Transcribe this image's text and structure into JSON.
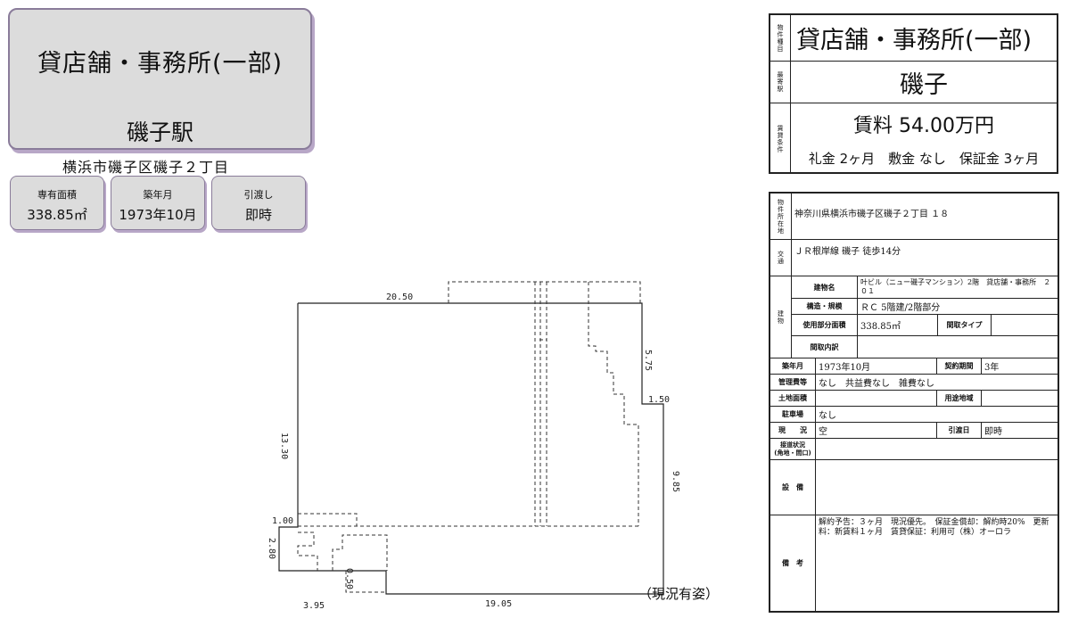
{
  "header": {
    "title": "貸店舗・事務所(一部)",
    "station": "磯子駅",
    "address": "横浜市磯子区磯子２丁目"
  },
  "stats": [
    {
      "label": "専有面積",
      "value": "338.85㎡"
    },
    {
      "label": "築年月",
      "value": "1973年10月"
    },
    {
      "label": "引渡し",
      "value": "即時"
    }
  ],
  "plan": {
    "dims": {
      "top": "20.50",
      "left": "13.30",
      "right_upper": "5.75",
      "right_step": "1.50",
      "right_lower": "9.85",
      "bottom": "19.05",
      "bl_a": "1.00",
      "bl_b": "2.80",
      "bl_c": "3.95",
      "bl_d": "0.50"
    },
    "note": "（現況有姿）"
  },
  "summary": {
    "type_label": "物件種目",
    "type_value": "貸店舗・事務所(一部)",
    "station_label": "最寄駅",
    "station_value": "磯子",
    "terms_label": "賃貸条件",
    "rent": "賃料 54.00万円",
    "conditions": "礼金 2ヶ月　敷金 なし　保証金 3ヶ月"
  },
  "details": {
    "location_label": "物件所在地",
    "location": "神奈川県横浜市磯子区磯子２丁目 １８",
    "transport_label": "交通",
    "transport": "ＪＲ根岸線 磯子 徒歩14分",
    "building_label": "建物",
    "building_name_label": "建物名",
    "building_name": "叶ビル（ニュー磯子マンション）2階　貸店舗・事務所　２０１",
    "structure_label": "構造・規模",
    "structure": "ＲＣ 5階建/2階部分",
    "area_label": "使用部分面積",
    "area": "338.85㎡",
    "layout_type_label": "間取タイプ",
    "layout_type": "",
    "layout_detail_label": "間取内訳",
    "layout_detail": "",
    "built_label": "築年月",
    "built": "1973年10月",
    "contract_label": "契約期間",
    "contract": "3年",
    "fees_label": "管理費等",
    "fees": "なし　共益費なし　雑費なし",
    "land_area_label": "土地面積",
    "land_area": "",
    "zoning_label": "用途地域",
    "zoning": "",
    "parking_label": "駐車場",
    "parking": "なし",
    "status_label": "現　　況",
    "status": "空",
    "handover_label": "引渡日",
    "handover": "即時",
    "road_label": "接道状況\n(角地・間口)",
    "road": "",
    "facilities_label": "設　備",
    "facilities": "",
    "remarks_label": "備　考",
    "remarks": "解約予告：３ヶ月　現況優先。　保証金償却：解約時20%　更新料：新賃料１ヶ月　賃貸保証：利用可（株）オーロラ"
  }
}
